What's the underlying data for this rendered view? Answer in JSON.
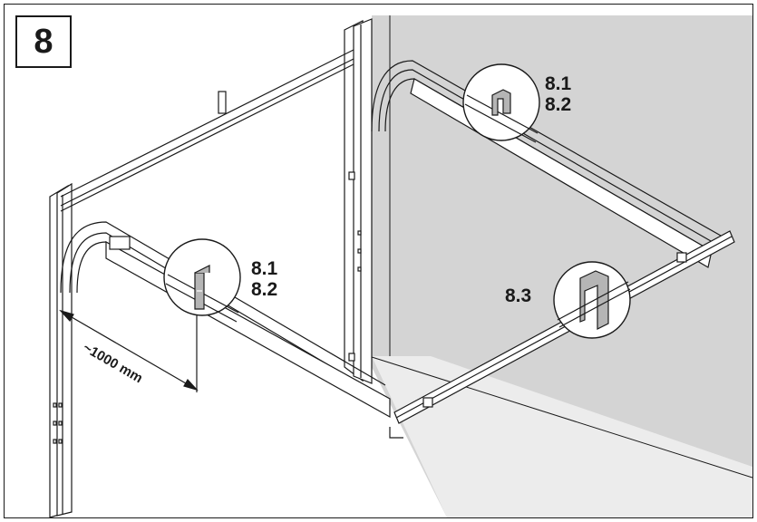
{
  "step": {
    "number": "8"
  },
  "callouts": {
    "left_bracket": [
      "8.1",
      "8.2"
    ],
    "right_bracket": [
      "8.1",
      "8.2"
    ],
    "side_bracket": "8.3"
  },
  "dimension": {
    "label": "~1000 mm"
  },
  "colors": {
    "line": "#1a1a1a",
    "wall_fill": "#d4d4d4",
    "floor_fill": "#ececec",
    "bracket_fill": "#b5b5b5"
  }
}
